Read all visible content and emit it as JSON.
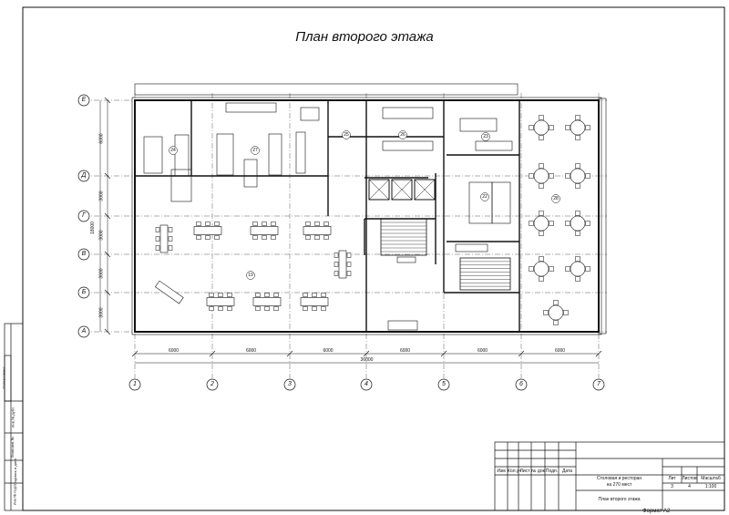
{
  "title": "План второго этажа",
  "axes_letters": [
    "Е",
    "Д",
    "Г",
    "В",
    "Б",
    "А"
  ],
  "axes_numbers": [
    "1",
    "2",
    "3",
    "4",
    "5",
    "6",
    "7"
  ],
  "dim_vertical_parts": [
    "6000",
    "3000",
    "3000",
    "3000",
    "3000"
  ],
  "dim_vertical_total": "18000",
  "dim_horizontal_parts": [
    "6000",
    "6000",
    "6000",
    "6000",
    "6000",
    "6000"
  ],
  "dim_horizontal_total": "36000",
  "rooms": [
    "24",
    "27",
    "25",
    "26",
    "23",
    "22",
    "19",
    "28"
  ],
  "stamp": {
    "headers": [
      "Изм",
      "Кол.уч",
      "Лист",
      "№ док",
      "Подп.",
      "Дата"
    ],
    "project": "Столовая и ресторан\nна 270 мест",
    "sheet_title": "План второго этажа",
    "col_labels": [
      "Лит",
      "Листов",
      "Масштаб"
    ],
    "col_values": [
      "3",
      "4",
      "1:100"
    ],
    "format": "Формат А2"
  },
  "side_stamp": [
    "Инв.№ подл.",
    "Подпись и дата",
    "Взам.инв.№",
    "Инв.№ дубл.",
    "Подпись и дата",
    "Согласовано"
  ]
}
